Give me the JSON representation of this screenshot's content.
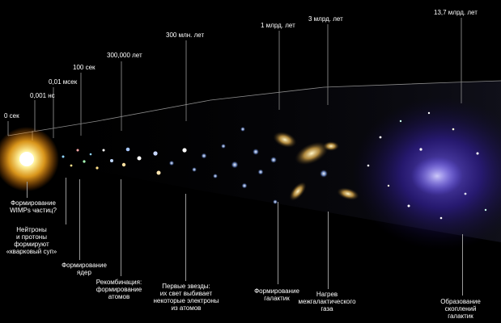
{
  "timeline": {
    "times": [
      "0 сек",
      "0,001 нс",
      "0,01 мсек",
      "100 сек",
      "300,000 лет",
      "300 млн. лет",
      "1 млрд. лет",
      "3 млрд. лет",
      "13,7 млрд. лет"
    ],
    "events": [
      "Формирование\nWIMPs частиц?",
      "Нейтроны\nи протоны\nформируют\n«кварковый суп»",
      "Формирование\nядер",
      "Рекомбинация:\nформирование\nатомов",
      "Первые звезды:\nих свет выбивает\nнекоторые электроны\nиз атомов",
      "Формирование\nгалактик",
      "Нагрев\nмежгалактического\nгаза",
      "Образование\nскоплений галактик"
    ]
  },
  "colors": {
    "background": "#000000",
    "text": "#ffffff",
    "tube_edge": "#8c8c8c",
    "big_bang": "#ffd23a",
    "cluster_glow": "#6a4cff"
  }
}
